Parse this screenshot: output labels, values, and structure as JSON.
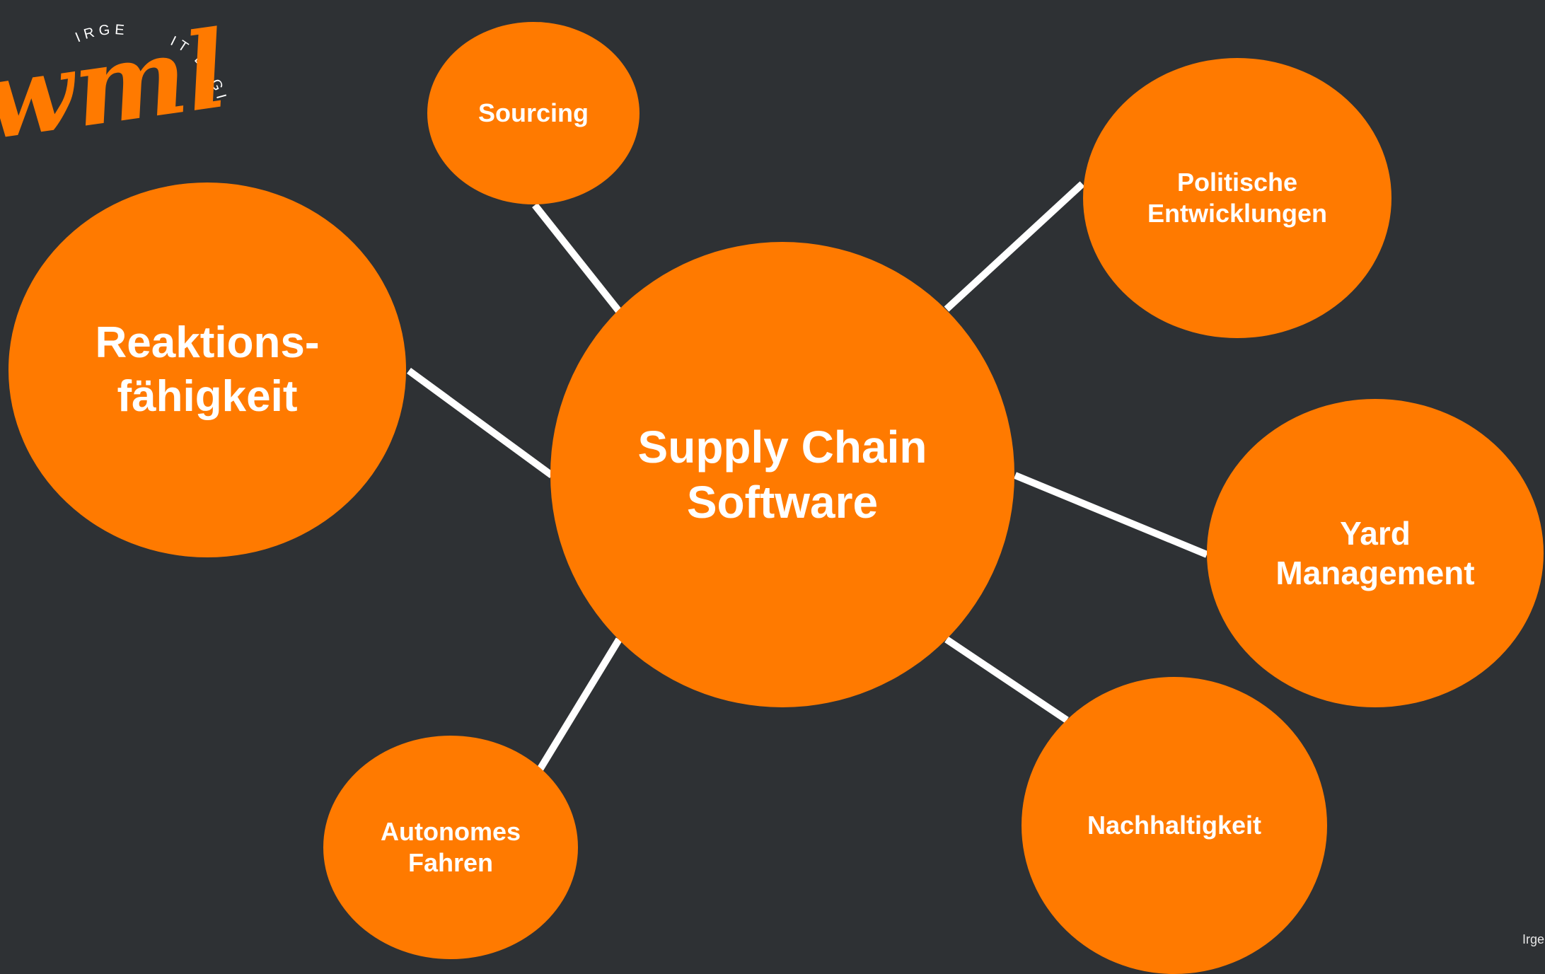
{
  "logo": {
    "brand": "wml",
    "ring_text_left": "IRGE",
    "ring_text_right": "IT LOGISTIK",
    "color": "#ff7a00"
  },
  "diagram": {
    "center": {
      "label": "Supply Chain\nSoftware"
    },
    "nodes": [
      {
        "id": "sourcing",
        "label": "Sourcing"
      },
      {
        "id": "politische",
        "label": "Politische\nEntwicklungen"
      },
      {
        "id": "reaktion",
        "label": "Reaktions-\nfähigkeit"
      },
      {
        "id": "yard",
        "label": "Yard\nManagement"
      },
      {
        "id": "autonomes",
        "label": "Autonomes\nFahren"
      },
      {
        "id": "nachhaltigkeit",
        "label": "Nachhaltigkeit"
      }
    ]
  },
  "footer": {
    "text": "Irge"
  },
  "colors": {
    "background": "#2e3134",
    "accent": "#ff7a00",
    "connector": "#ffffff"
  }
}
